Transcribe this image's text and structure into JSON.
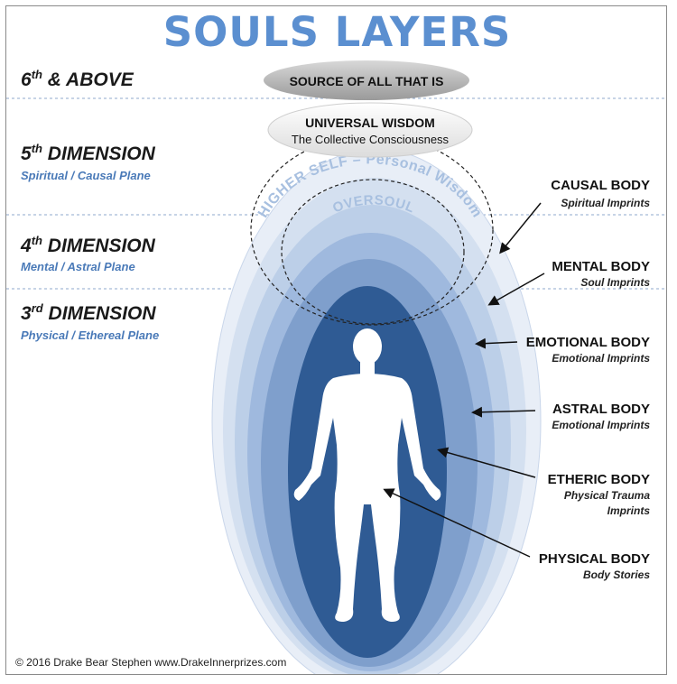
{
  "title": "SOULS LAYERS",
  "dimensions": [
    {
      "number": "6",
      "suffix": "th",
      "rest": " & ABOVE",
      "subtitle": ""
    },
    {
      "number": "5",
      "suffix": "th",
      "rest": " DIMENSION",
      "subtitle": "Spiritual / Causal Plane"
    },
    {
      "number": "4",
      "suffix": "th",
      "rest": " DIMENSION",
      "subtitle": "Mental / Astral Plane"
    },
    {
      "number": "3",
      "suffix": "rd",
      "rest": " DIMENSION",
      "subtitle": "Physical  /  Ethereal Plane"
    }
  ],
  "source": "SOURCE OF ALL THAT IS",
  "universal_wisdom": {
    "title": "UNIVERSAL WISDOM",
    "subtitle": "The Collective Consciousness"
  },
  "higher_self": "HIGHER SELF – Personal Wisdom",
  "oversoul": "OVERSOUL",
  "bodies": [
    {
      "name": "CAUSAL BODY",
      "imprint": "Spiritual Imprints"
    },
    {
      "name": "MENTAL BODY",
      "imprint": "Soul Imprints"
    },
    {
      "name": "EMOTIONAL BODY",
      "imprint": "Emotional Imprints"
    },
    {
      "name": "ASTRAL BODY",
      "imprint": "Emotional Imprints"
    },
    {
      "name": "ETHERIC BODY",
      "imprint": "Physical Trauma Imprints"
    },
    {
      "name": "PHYSICAL BODY",
      "imprint": "Body Stories"
    }
  ],
  "copyright": "© 2016 Drake Bear Stephen www.DrakeInnerprizes.com",
  "colors": {
    "title": "#5b8fd0",
    "layer_causal": "#e8eef7",
    "layer_mental": "#d4e0f0",
    "layer_emotional": "#bccfe8",
    "layer_astral": "#9fb9de",
    "layer_etheric": "#7f9fcc",
    "layer_physical": "#2f5b94",
    "subtitle_text": "#4a7ab8"
  }
}
